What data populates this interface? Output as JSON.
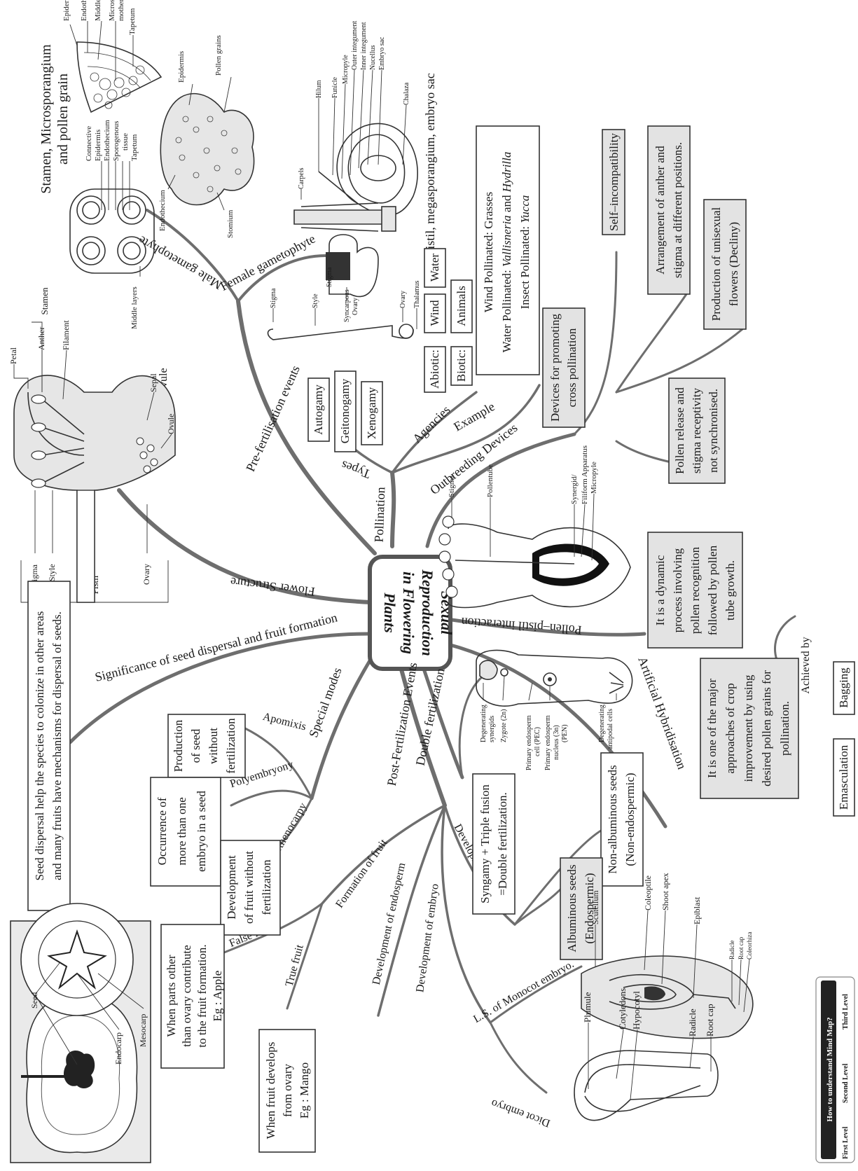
{
  "center": {
    "line1": "Sexual",
    "line2": "Reproduction",
    "line3": "in Flowering",
    "line4": "Plants"
  },
  "branches": {
    "pollination": "Pollination",
    "pre_fertilisation": "Pre-fertilisation events",
    "flower_structure": "Flower Structure",
    "seed_dispersal": "Significance of seed dispersal and fruit formation",
    "special_modes": "Special modes",
    "post_fertilization": "Post-Fertilization Events",
    "double_fertilization": "Double fertilization",
    "pollen_pistil": "Pollen–pistil interaction",
    "artificial_hybridisation": "Artificial Hybridisation",
    "outbreeding": "Outbreeding Devices",
    "male_gametophyte": "Male gametophyte",
    "female_gametophyte": "Female gametophyte",
    "types": "Types",
    "agencies": "Agencies",
    "example": "Example",
    "apomixis": "Apomixis",
    "polyembryony": "Polyembryony",
    "parthenocarpy": "Parthenocarpy",
    "formation_fruit": "Formation of fruit",
    "development_endosperm": "Development of endosperm",
    "development_embryo": "Development of embryo",
    "development_seed": "Development of seed",
    "false_fruit": "False fruit",
    "true_fruit": "True fruit",
    "ls_monocot": "L.S. of Monocot embryo.",
    "dicot_embryo": "Dicot embryo",
    "achieved_by": "Achieved by"
  },
  "titles": {
    "stamen_title1": "Stamen, Microsporangium",
    "stamen_title2": "and pollen grain",
    "pistil_title": "Pistil, megasporangium, embryo sac",
    "ovule": "Ovule",
    "stamen": "Stamen",
    "pistil": "Pistil"
  },
  "boxes": {
    "autogamy": "Autogamy",
    "geitonogamy": "Geitonogamy",
    "xenogamy": "Xenogamy",
    "abiotic": "Abiotic:",
    "wind": "Wind",
    "water": "Water",
    "biotic": "Biotic:",
    "animals": "Animals",
    "example1": "Wind Pollinated: Grasses",
    "example2a": "Water Pollinated: ",
    "example2b": "Vallisneria",
    "example2c": " and ",
    "example2d": "Hydrilla",
    "example3a": "Insect Pollinated: ",
    "example3b": "Yucca",
    "devices1": "Devices for promoting",
    "devices2": "cross pollination",
    "self_incomp": "Self–incompatibility",
    "arrangement1": "Arrangement of anther and",
    "arrangement2": "stigma at different positions.",
    "unisexual1": "Production of unisexual",
    "unisexual2": "flowers (Decliny)",
    "pollen_release1": "Pollen release and",
    "pollen_release2": "stigma receptivity",
    "pollen_release3": "not synchronised.",
    "dynamic1": "It is a dynamic",
    "dynamic2": "process involving",
    "dynamic3": "pollen recognition",
    "dynamic4": "followed by pollen",
    "dynamic5": "tube growth.",
    "hybrid1": "It is one of the major",
    "hybrid2": "approaches of crop",
    "hybrid3": "improvement by using",
    "hybrid4": "desired pollen grains for",
    "hybrid5": "pollination.",
    "bagging": "Bagging",
    "emasculation": "Emasculation",
    "syngamy1": "Syngamy + Triple fusion",
    "syngamy2": "=Double fertilization.",
    "nonalb1": "Non-albuminous seeds",
    "nonalb2": "(Non-endospermic)",
    "alb1": "Albuminous seeds",
    "alb2": "(Endospermic)",
    "apomixis1": "Production",
    "apomixis2": "of seed",
    "apomixis3": "without",
    "apomixis4": "fertilization",
    "poly1": "Occurrence of",
    "poly2": "more than one",
    "poly3": "embryo in a seed",
    "parth1": "Development",
    "parth2": "of fruit without",
    "parth3": "fertilization",
    "dispersal1": "Seed dispersal help the species to colonize in other areas",
    "dispersal2": "and many fruits have mechanisms for dispersal of seeds.",
    "false1": "When parts other",
    "false2": "than ovary contribute",
    "false3": "to the fruit formation.",
    "false4": "Eg : Apple",
    "true1": "When fruit develops",
    "true2": "from ovary",
    "true3": "Eg : Mango"
  },
  "labels": {
    "epidermis": "Epidermis",
    "endothecium": "Endothecium",
    "middle_layers": "Middle layers",
    "microspore1": "Microspore",
    "microspore2": "mother cells",
    "tapetum": "Tapetum",
    "connective": "Connective",
    "sporogenous1": "Sporogenous",
    "sporogenous2": "tissue",
    "pollen_grains": "Pollen grains",
    "stomium": "Stomium",
    "hilum": "Hilum",
    "funicle": "Funicle",
    "micropyle": "Micropyle",
    "outer_integument": "Outer integument",
    "inner_integument": "Inner integument",
    "nucellus": "Nucellus",
    "embryo_sac": "Embryo sac",
    "chalaza": "Chalaza",
    "carpels": "Carpels",
    "stigma": "Stigma",
    "style": "Style",
    "syncarpous1": "Syncarpous",
    "syncarpous2": "Ovary",
    "ovary": "Ovary",
    "thalamus": "Thalamus",
    "petal": "Petal",
    "anther": "Anther",
    "filament": "Filament",
    "sepal": "Sepal",
    "ovule": "Ovule",
    "pollentube": "Pollentube",
    "synergid": "Synergid/",
    "filiform": "Filiform Apparatus",
    "deg_synergids1": "Degenerating",
    "deg_synergids2": "synergids",
    "zygote": "Zygote (2n)",
    "pec1": "Primary endosperm",
    "pec2": "cell (PEC)",
    "pen1": "Primary endosperm",
    "pen2": "nucleus (3n)",
    "pen3": "(PEN)",
    "antipodal1": "Degenerating",
    "antipodal2": "antipodal cells",
    "scutellum": "Scutellum",
    "coleoptile": "Coleoptile",
    "shoot_apex": "Shoot apex",
    "epiblast": "Epiblast",
    "radicle": "Radicle",
    "root_cap": "Root cap",
    "coleorhiza": "Coleorhiza",
    "plumule": "Plumule",
    "cotyledons": "Cotyledons",
    "hypocotyl": "Hypocotyl",
    "radicle2": "Radicle",
    "root_cap2": "Root cap",
    "seed": "Seed",
    "endocarp": "Endocarp",
    "mesocarp": "Mesocarp"
  },
  "legend": {
    "title": "How to understand Mind Map?",
    "first": "First Level",
    "second": "Second Level",
    "third": "Third Level"
  }
}
